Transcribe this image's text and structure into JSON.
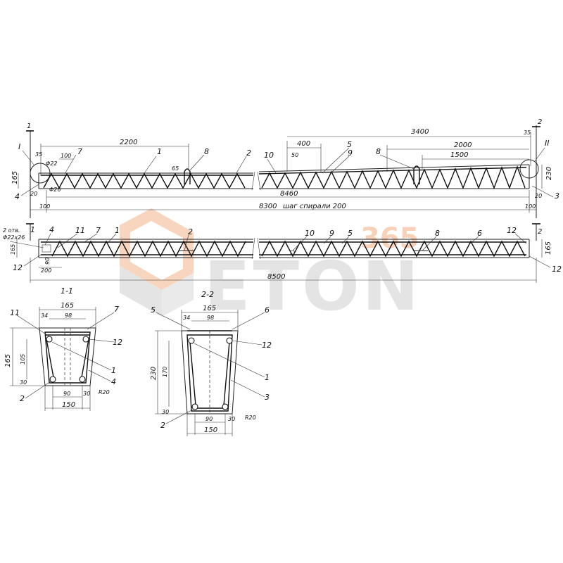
{
  "watermark": {
    "brand": "ETON",
    "number": "365",
    "accent_color": "#f2b48a",
    "grey_color": "#cfcfcf"
  },
  "view_top": {
    "section_marks": {
      "left": "1",
      "right": "2"
    },
    "node_marks": {
      "left": "I",
      "right": "II"
    },
    "dims": {
      "d2200": "2200",
      "d3400": "3400",
      "d2000": "2000",
      "d1500": "1500",
      "d400": "400",
      "d100": "100",
      "d35l": "35",
      "d35r": "35",
      "d50": "50",
      "d65": "65",
      "d165": "165",
      "d230": "230",
      "d20a": "20",
      "d20b": "20",
      "d100a": "100",
      "d100b": "100",
      "d8460": "8460",
      "d8300": "8300",
      "spiral": "шаг спирали 200",
      "phi22": "Φ22",
      "phi26": "Φ26"
    },
    "callouts": [
      "1",
      "7",
      "8",
      "2",
      "10",
      "5",
      "9",
      "8",
      "4",
      "3"
    ]
  },
  "view_mid": {
    "note_a": "2 отв.",
    "note_b": "Φ22х26",
    "dims": {
      "d165": "165",
      "d200": "200",
      "d90": "90",
      "d8500": "8500"
    },
    "callouts": [
      "1",
      "4",
      "11",
      "7",
      "1",
      "2",
      "10",
      "9",
      "5",
      "8",
      "6",
      "12",
      "12",
      "12"
    ]
  },
  "section_1": {
    "title": "1-1",
    "dims": {
      "w165": "165",
      "w98": "98",
      "w34": "34",
      "h165": "165",
      "h105": "105",
      "b30a": "30",
      "b30b": "30",
      "b90": "90",
      "b150": "150",
      "r20": "R20"
    },
    "callouts": [
      "11",
      "7",
      "12",
      "1",
      "4",
      "2"
    ]
  },
  "section_2": {
    "title": "2-2",
    "dims": {
      "w165": "165",
      "w98": "98",
      "w34": "34",
      "h230": "230",
      "h170": "170",
      "b30a": "30",
      "b30b": "30",
      "b90": "90",
      "b150": "150",
      "r20": "R20"
    },
    "callouts": [
      "5",
      "6",
      "12",
      "1",
      "3",
      "2"
    ]
  }
}
